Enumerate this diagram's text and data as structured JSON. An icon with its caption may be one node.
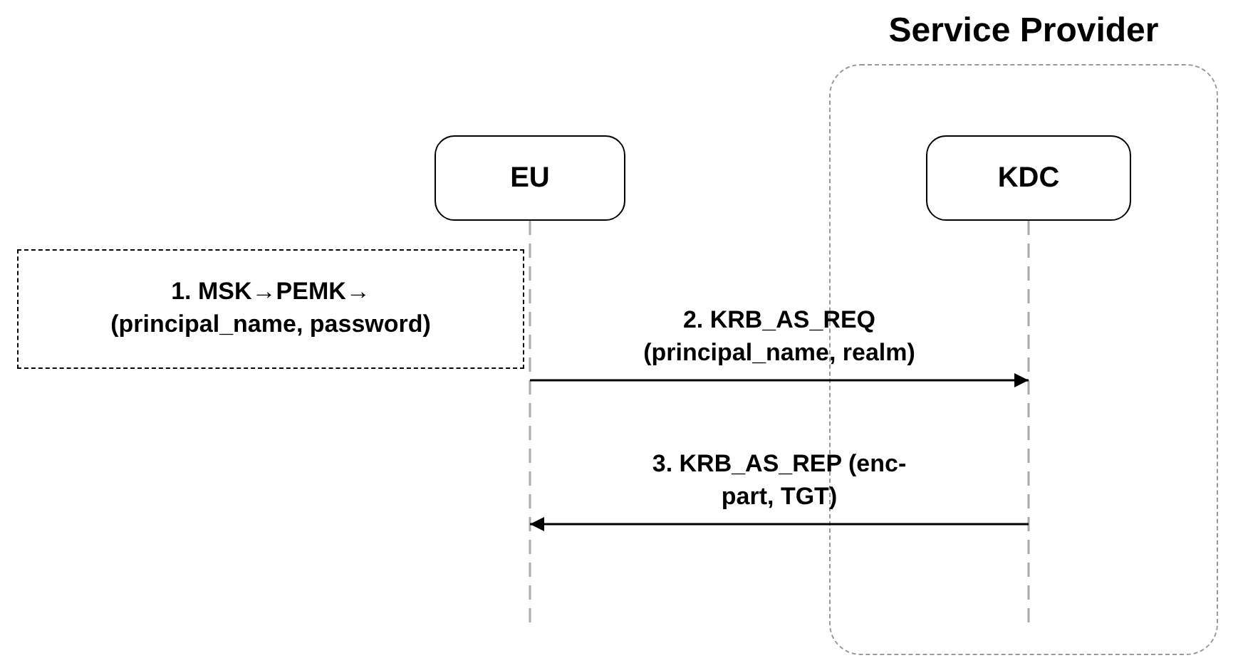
{
  "diagram": {
    "nodes": [
      {
        "text": [
          "Service Provider"
        ]
      },
      {
        "text": [
          "EU"
        ]
      },
      {
        "text": [
          "KDC"
        ],
        "in": 0
      },
      {
        "text": [
          "1. MSK→PEMK→ (principal_name, password)"
        ]
      }
    ],
    "edges": [
      {
        "from": 1,
        "to": 2,
        "arrow": "to",
        "label": "2. KRB_AS_REQ (principal_name, realm)"
      },
      {
        "from": 2,
        "to": 1,
        "arrow": "to",
        "label": "3. KRB_AS_REP (enc-part, TGT)"
      }
    ]
  }
}
